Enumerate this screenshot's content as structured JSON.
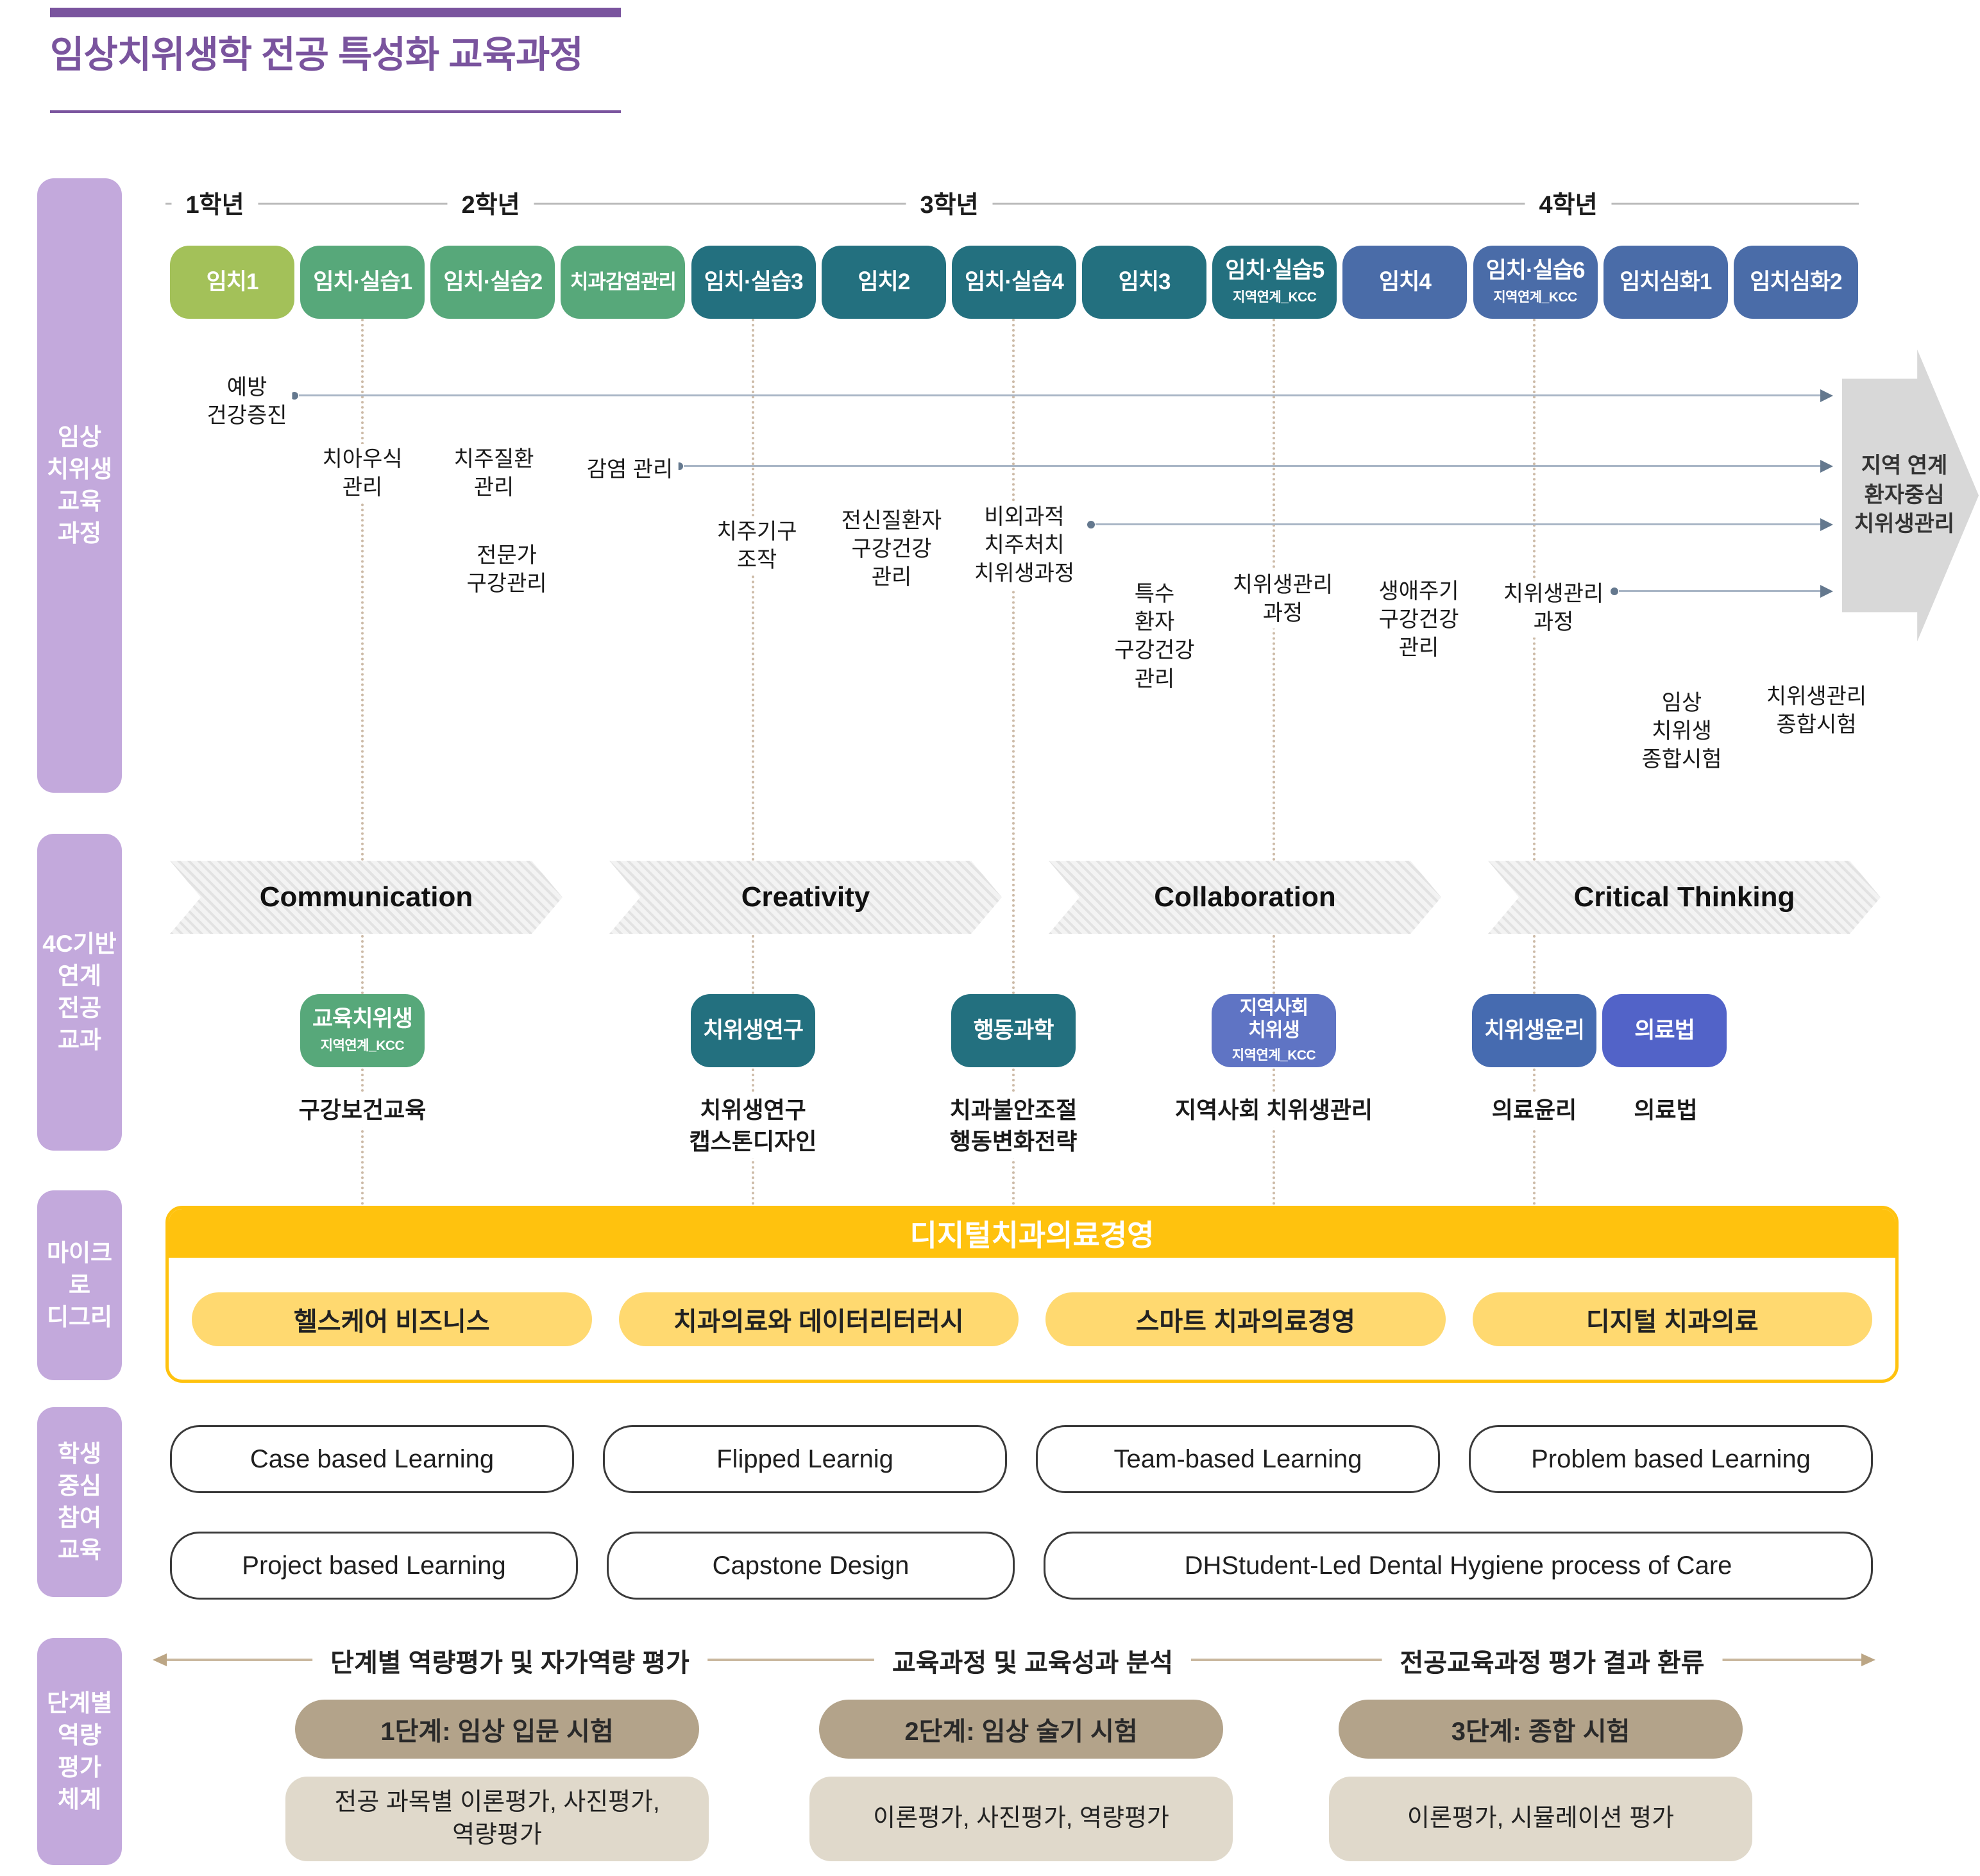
{
  "title": "임상치위생학 전공 특성화 교육과정",
  "sidebar": {
    "sections": [
      {
        "label": "임상\n치위생\n교육\n과정"
      },
      {
        "label": "4C기반\n연계\n전공\n교과"
      },
      {
        "label": "마이크로\n디그리"
      },
      {
        "label": "학생\n중심\n참여\n교육"
      },
      {
        "label": "단계별\n역량\n평가\n체계"
      }
    ]
  },
  "timeline": {
    "years": [
      "1학년",
      "2학년",
      "3학년",
      "4학년"
    ],
    "courses": [
      {
        "label": "임치1"
      },
      {
        "label": "임치·실습1"
      },
      {
        "label": "임치·실습2"
      },
      {
        "label": "치과감염관리"
      },
      {
        "label": "임치·실습3"
      },
      {
        "label": "임치2"
      },
      {
        "label": "임치·실습4"
      },
      {
        "label": "임치3"
      },
      {
        "label": "임치·실습5",
        "sublabel": "지역연계_KCC"
      },
      {
        "label": "임치4"
      },
      {
        "label": "임치·실습6",
        "sublabel": "지역연계_KCC"
      },
      {
        "label": "임치심화1"
      },
      {
        "label": "임치심화2"
      }
    ],
    "annotations": [
      {
        "text": "예방\n건강증진"
      },
      {
        "text": "치아우식\n관리"
      },
      {
        "text": "치주질환\n관리"
      },
      {
        "text": "감염 관리"
      },
      {
        "text": "전문가\n구강관리"
      },
      {
        "text": "치주기구\n조작"
      },
      {
        "text": "전신질환자\n구강건강\n관리"
      },
      {
        "text": "비외과적\n치주처치\n치위생과정"
      },
      {
        "text": "특수\n환자\n구강건강\n관리"
      },
      {
        "text": "치위생관리\n과정"
      },
      {
        "text": "생애주기\n구강건강\n관리"
      },
      {
        "text": "치위생관리\n과정"
      },
      {
        "text": "임상\n치위생\n종합시험"
      },
      {
        "text": "치위생관리\n종합시험"
      }
    ],
    "goal_text": "지역 연계\n환자중심\n치위생관리"
  },
  "fourc": {
    "arrows": [
      "Communication",
      "Creativity",
      "Collaboration",
      "Critical Thinking"
    ],
    "courses": [
      {
        "label": "교육치위생",
        "sublabel": "지역연계_KCC",
        "caption": "구강보건교육"
      },
      {
        "label": "치위생연구",
        "caption": "치위생연구\n캡스톤디자인"
      },
      {
        "label": "행동과학",
        "caption": "치과불안조절\n행동변화전략"
      },
      {
        "label": "지역사회\n치위생",
        "sublabel": "지역연계_KCC",
        "caption": "지역사회 치위생관리"
      },
      {
        "label": "치위생윤리",
        "caption": "의료윤리"
      },
      {
        "label": "의료법",
        "caption": "의료법"
      }
    ]
  },
  "microdegree": {
    "header": "디지털치과의료경영",
    "items": [
      "헬스케어 비즈니스",
      "치과의료와 데이터리터러시",
      "스마트 치과의료경영",
      "디지털 치과의료"
    ]
  },
  "learning": {
    "row1": [
      "Case based Learning",
      "Flipped Learnig",
      "Team-based Learning",
      "Problem based Learning"
    ],
    "row2": [
      "Project based Learning",
      "Capstone Design",
      "DHStudent-Led Dental Hygiene process of Care"
    ]
  },
  "evaluation": {
    "headers": [
      "단계별 역량평가 및 자가역량 평가",
      "교육과정 및 교육성과 분석",
      "전공교육과정 평가 결과 환류"
    ],
    "stages": [
      {
        "title": "1단계: 임상 입문 시험",
        "desc": "전공 과목별 이론평가, 사진평가,\n역량평가"
      },
      {
        "title": "2단계: 임상 술기 시험",
        "desc": "이론평가, 사진평가, 역량평가"
      },
      {
        "title": "3단계: 종합 시험",
        "desc": "이론평가, 시뮬레이션 평가"
      }
    ]
  },
  "palette": {
    "title_purple": "#7A549E",
    "sidebar_purple": "#C3A9DC",
    "course_lightgreen": "#A3C159",
    "course_green": "#57A87A",
    "course_teal": "#23707F",
    "course_blue": "#4A6CA8",
    "course_periwinkle": "#5F74C4",
    "micro_gold": "#FFC20E",
    "micro_lightyellow": "#FFD970",
    "eval_dark_tan": "#B3A38A",
    "eval_light_tan": "#E0D9CB",
    "flow_line": "#A9B6C6",
    "goal_arrow_gray": "#D8D8D8"
  }
}
